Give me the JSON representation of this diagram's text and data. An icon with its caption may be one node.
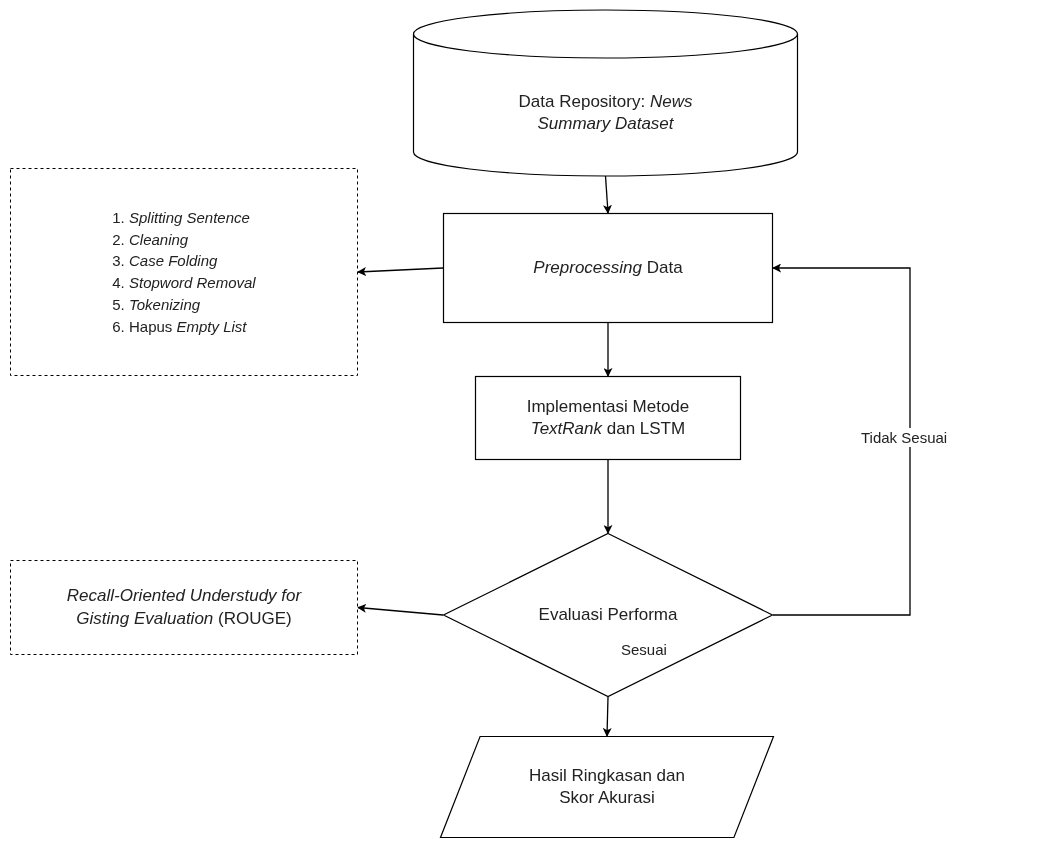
{
  "diagram": {
    "nodes": [
      {
        "text": [
          "Data Repository: *News Summary Dataset*"
        ]
      },
      {
        "text": [
          "*Preprocessing* Data"
        ]
      },
      {
        "text": [
          "1. *Splitting Sentence*",
          "2. *Cleaning*",
          "3. *Case Folding*",
          "4. *Stopword Removal*",
          "5. *Tokenizing*",
          "6. Hapus *Empty List*"
        ]
      },
      {
        "text": [
          "Implementasi Metode *TextRank* dan LSTM"
        ]
      },
      {
        "text": [
          "Evaluasi Performa"
        ]
      },
      {
        "text": [
          "*Recall-Oriented Understudy for Gisting Evaluation* (ROUGE)"
        ]
      },
      {
        "text": [
          "Hasil Ringkasan dan Skor Akurasi"
        ]
      }
    ],
    "edges": [
      {
        "from": 0,
        "to": 1,
        "arrow": "to"
      },
      {
        "from": 1,
        "to": 2,
        "arrow": "to"
      },
      {
        "from": 1,
        "to": 3,
        "arrow": "to"
      },
      {
        "from": 3,
        "to": 4,
        "arrow": "to"
      },
      {
        "from": 4,
        "to": 5,
        "arrow": "to"
      },
      {
        "from": 4,
        "to": 1,
        "arrow": "to",
        "label": "Tidak Sesuai"
      },
      {
        "from": 4,
        "to": 6,
        "arrow": "to",
        "label": "Sesuai"
      }
    ]
  }
}
